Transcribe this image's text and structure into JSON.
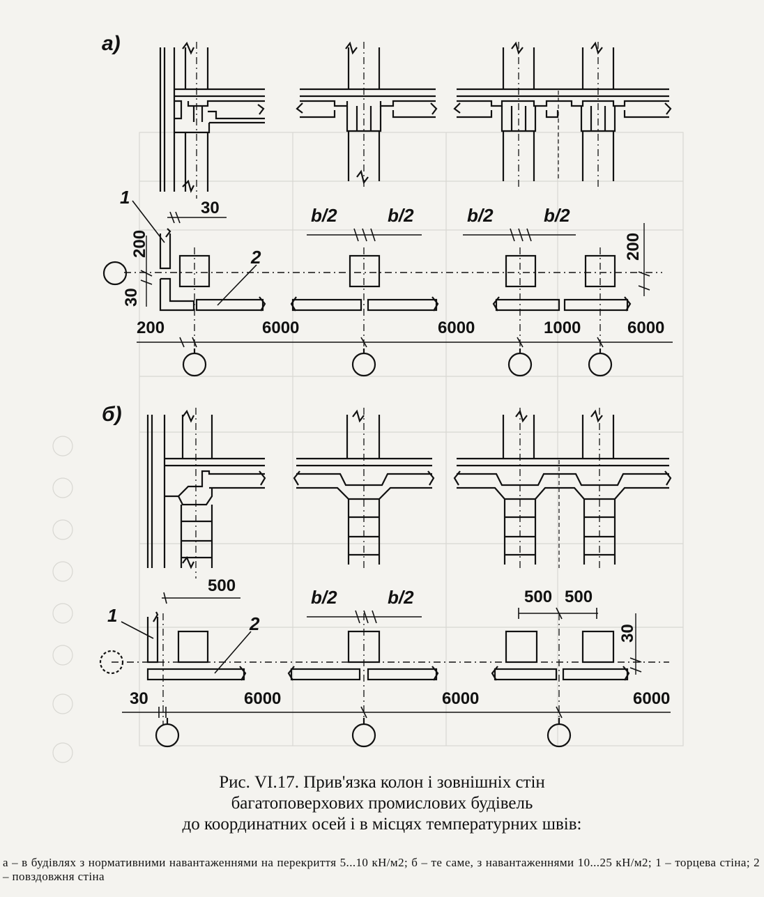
{
  "figure": {
    "part_a_label": "а)",
    "part_b_label": "б)",
    "callout_1": "1",
    "callout_2": "2",
    "half_column": "b/2",
    "dimensions_a": {
      "joint": "30",
      "end_offset": "200",
      "end_gap": "30",
      "wall_offset": "200",
      "span": "6000",
      "expansion_insert": "1000",
      "right_offset": "200"
    },
    "dimensions_b": {
      "joint": "500",
      "half_left": "500",
      "half_right": "500",
      "right_gap": "30",
      "wall_offset": "30",
      "span": "6000"
    }
  },
  "caption": {
    "line1": "Рис. VI.17. Прив'язка колон і зовнішніх стін",
    "line2": "багатоповерхових промислових будівель",
    "line3": "до координатних осей і в місцях температурних швів:",
    "legend": "а – в будівлях з нормативними навантаженнями на перекриття 5...10 кН/м2; б – те саме, з навантаженнями 10...25 кН/м2; 1 – торцева стіна; 2 – повздовжня стіна"
  }
}
